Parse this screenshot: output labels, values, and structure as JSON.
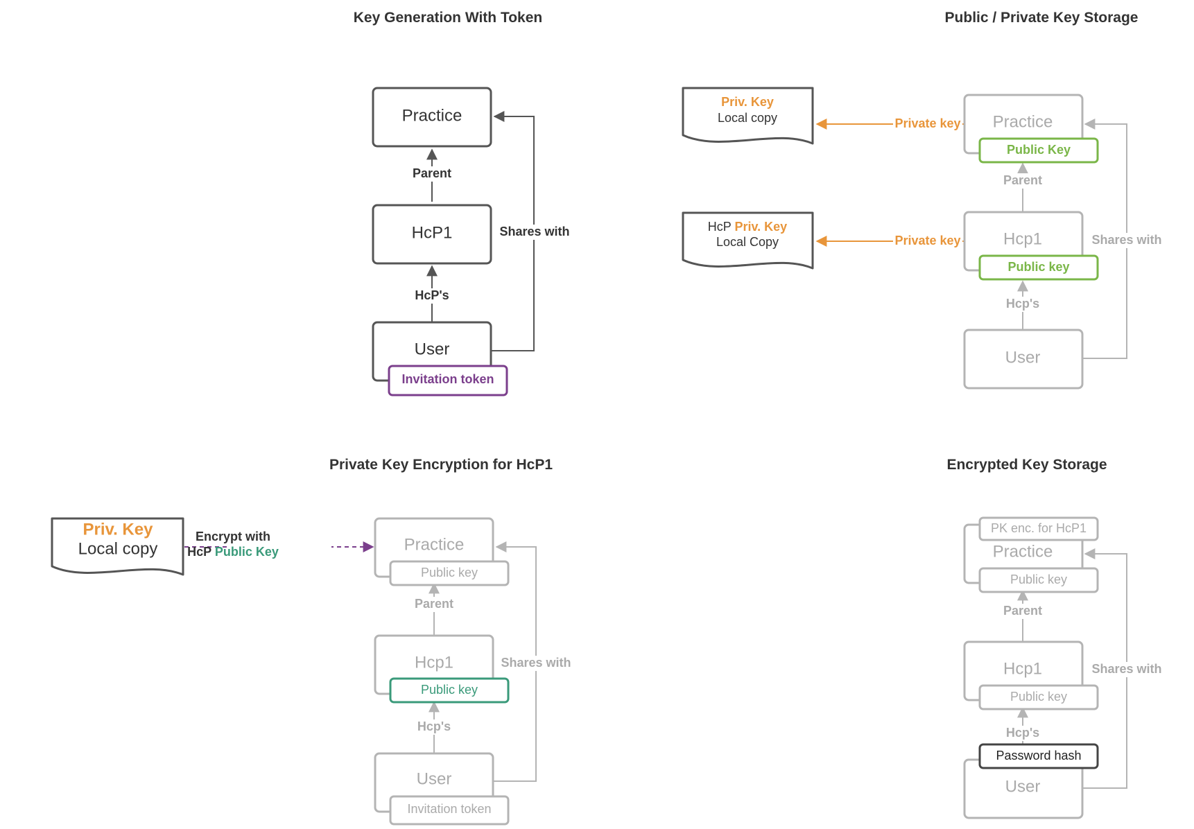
{
  "colors": {
    "dark": "#555555",
    "gray": "#b4b4b4",
    "text_dark": "#333333",
    "text_gray": "#aaaaaa",
    "orange": "#e8953a",
    "green": "#7ab648",
    "teal": "#3a9a7a",
    "purple": "#7b3f8c"
  },
  "panel1": {
    "title": "Key Generation With Token",
    "practice": "Practice",
    "hcp1": "HcP1",
    "user": "User",
    "token": "Invitation token",
    "parent": "Parent",
    "hcps": "HcP's",
    "shares": "Shares with"
  },
  "panel2": {
    "title": "Public / Private Key Storage",
    "doc1_line1": "Priv. Key",
    "doc1_line2": "Local copy",
    "doc2_line1_prefix": "HcP ",
    "doc2_line1_key": "Priv. Key",
    "doc2_line2": "Local Copy",
    "arrow_label_1": "Private key",
    "arrow_label_2": "Private key",
    "practice": "Practice",
    "practice_key": "Public Key",
    "hcp1": "Hcp1",
    "hcp1_key": "Public key",
    "user": "User",
    "parent": "Parent",
    "hcps": "Hcp's",
    "shares": "Shares with"
  },
  "panel3": {
    "title": "Private Key Encryption for HcP1",
    "doc_line1": "Priv. Key",
    "doc_line2": "Local copy",
    "encrypt_line1": "Encrypt with",
    "encrypt_line2_prefix": "HcP ",
    "encrypt_line2_key": "Public Key",
    "practice": "Practice",
    "practice_key": "Public key",
    "hcp1": "Hcp1",
    "hcp1_key": "Public key",
    "user": "User",
    "token": "Invitation token",
    "parent": "Parent",
    "hcps": "Hcp's",
    "shares": "Shares with"
  },
  "panel4": {
    "title": "Encrypted Key Storage",
    "pk_enc": "PK enc. for HcP1",
    "practice": "Practice",
    "practice_key": "Public key",
    "hcp1": "Hcp1",
    "hcp1_key": "Public key",
    "password": "Password hash",
    "user": "User",
    "parent": "Parent",
    "hcps": "Hcp's",
    "shares": "Shares with"
  }
}
